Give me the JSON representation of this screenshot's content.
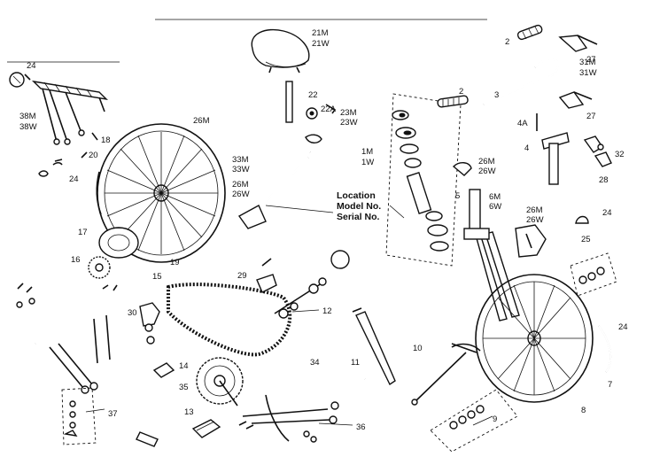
{
  "diagram": {
    "info_box": {
      "location": "Location",
      "model": "Model No.",
      "serial": "Serial No."
    },
    "labels": {
      "l21": [
        "21M",
        "21W"
      ],
      "l22": "22",
      "l22a": "22A",
      "l23": [
        "23M",
        "23W"
      ],
      "l24_top": "24",
      "l24_left": "24",
      "l24_right": "24",
      "l24_far": "24",
      "l38": [
        "38M",
        "38W"
      ],
      "l18": "18",
      "l20": "20",
      "l26m_left": "26M",
      "l33": [
        "33M",
        "33W"
      ],
      "l26_mid": [
        "26M",
        "26W"
      ],
      "l1": [
        "1M",
        "1W"
      ],
      "l26_head": [
        "26M",
        "26W"
      ],
      "l5": "5",
      "l6": [
        "6M",
        "6W"
      ],
      "l26_fork": [
        "26M",
        "26W"
      ],
      "l2_top": "2",
      "l2_grip": "2",
      "l3": "3",
      "l27_top": "27",
      "l31": [
        "31M",
        "31W"
      ],
      "l27_mid": "27",
      "l4a": "4A",
      "l4": "4",
      "l32": "32",
      "l28": "28",
      "l25": "25",
      "l17": "17",
      "l19": "19",
      "l16": "16",
      "l15": "15",
      "l29": "29",
      "l12": "12",
      "l30": "30",
      "l14": "14",
      "l35": "35",
      "l37": "37",
      "l13": "13",
      "l34": "34",
      "l11": "11",
      "l36": "36",
      "l10": "10",
      "l9": "9",
      "l8": "8",
      "l7": "7"
    }
  }
}
